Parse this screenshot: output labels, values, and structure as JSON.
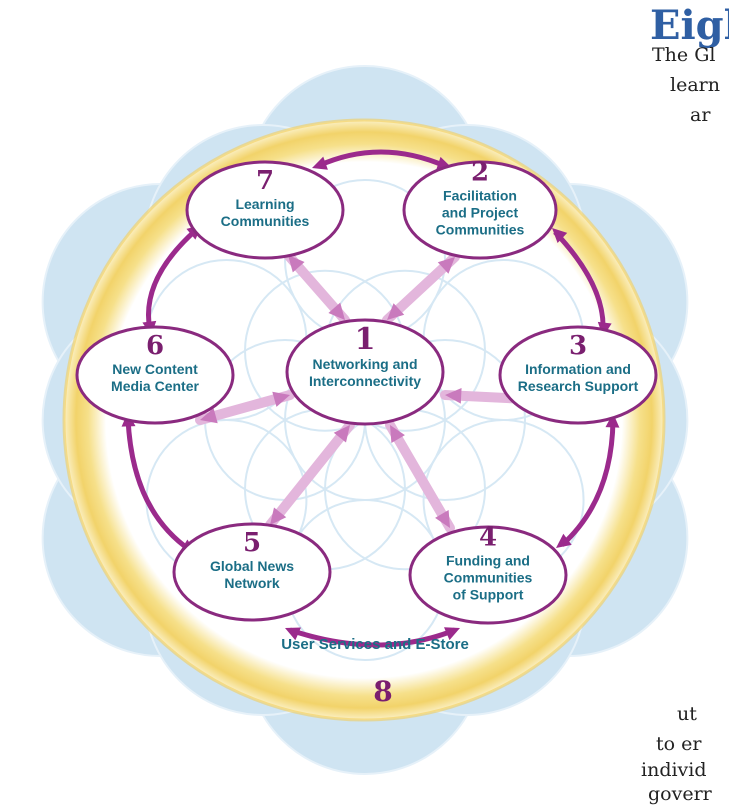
{
  "heading": "Eigl",
  "body_lines": [
    "The Gl",
    "learn",
    "ar",
    "ut",
    "to er",
    "individ",
    "goverr"
  ],
  "diagram": {
    "nodes": [
      {
        "number": "1",
        "lines": [
          "Networking and",
          "Interconnectivity"
        ]
      },
      {
        "number": "2",
        "lines": [
          "Facilitation",
          "and Project",
          "Communities"
        ]
      },
      {
        "number": "3",
        "lines": [
          "Information and",
          "Research Support"
        ]
      },
      {
        "number": "4",
        "lines": [
          "Funding and",
          "Communities",
          "of Support"
        ]
      },
      {
        "number": "5",
        "lines": [
          "Global News",
          "Network"
        ]
      },
      {
        "number": "6",
        "lines": [
          "New Content",
          "Media Center"
        ]
      },
      {
        "number": "7",
        "lines": [
          "Learning",
          "Communities"
        ]
      }
    ],
    "ring_label": "User Services and E-Store",
    "ring_number": "8"
  },
  "colors": {
    "arrow": "#9b2a8c",
    "node_border": "#8a2a7f",
    "label": "#1b6e86",
    "number": "#7a1f6f",
    "ring": "#f7dd7a",
    "background_flower": "#cfe4f2"
  }
}
